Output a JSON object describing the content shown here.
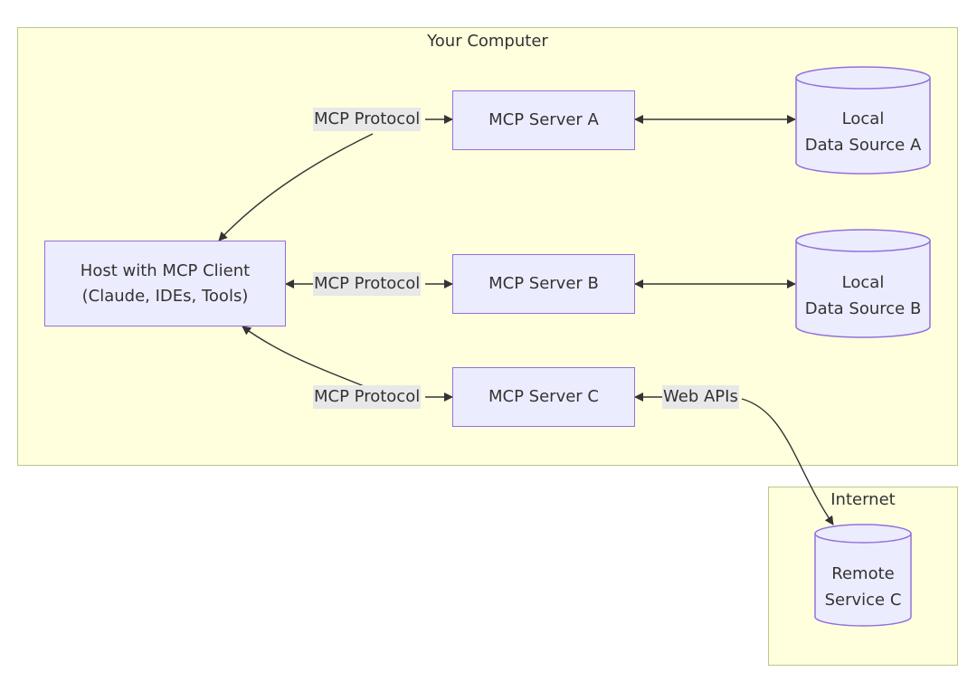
{
  "clusters": {
    "your_computer": "Your Computer",
    "internet": "Internet"
  },
  "nodes": {
    "host": {
      "line1": "Host with MCP Client",
      "line2": "(Claude, IDEs, Tools)"
    },
    "server_a": "MCP Server A",
    "server_b": "MCP Server B",
    "server_c": "MCP Server C",
    "data_a": {
      "line1": "Local",
      "line2": "Data Source A"
    },
    "data_b": {
      "line1": "Local",
      "line2": "Data Source B"
    },
    "remote_c": {
      "line1": "Remote",
      "line2": "Service C"
    }
  },
  "edge_labels": {
    "protocol_a": "MCP Protocol",
    "protocol_b": "MCP Protocol",
    "protocol_c": "MCP Protocol",
    "web_apis": "Web APIs"
  },
  "colors": {
    "cluster_fill": "#ffffde",
    "cluster_border": "#b7c98a",
    "node_fill": "#ececff",
    "node_border": "#9370db",
    "label_bg": "#e8e8e8",
    "edge": "#333333"
  }
}
